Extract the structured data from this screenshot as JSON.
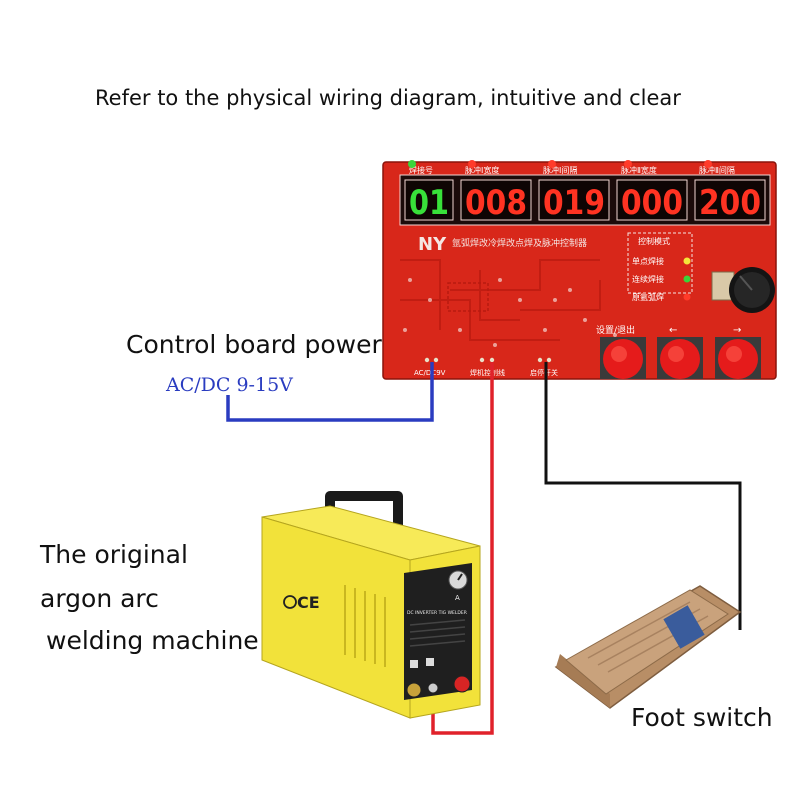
{
  "headline": "Refer to the physical wiring diagram, intuitive and clear",
  "labels": {
    "control_board_power": "Control board power",
    "power_spec": "AC/DC 9-15V",
    "welder_line1": "The original",
    "welder_line2": "argon arc",
    "welder_line3": "welding machine",
    "foot_switch": "Foot switch"
  },
  "board": {
    "display_groups": [
      {
        "label": "焊接号",
        "digits": "01",
        "color": "#38e03a"
      },
      {
        "label": "脉冲Ⅰ宽度",
        "digits": "008",
        "color": "#ff3322"
      },
      {
        "label": "脉冲Ⅰ间隔",
        "digits": "019",
        "color": "#ff3322"
      },
      {
        "label": "脉冲Ⅱ宽度",
        "digits": "000",
        "color": "#ff3322"
      },
      {
        "label": "脉冲Ⅱ间隔",
        "digits": "200",
        "color": "#ff3322"
      }
    ],
    "brand": "NY",
    "board_title": "氩弧焊改冷焊改点焊及脉冲控制器",
    "mode_title": "控制模式",
    "modes": [
      "单点焊接",
      "连续焊接",
      "原氩弧焊"
    ],
    "buttons": [
      "设置/退出",
      "←",
      "→"
    ],
    "terminals": [
      "AC/DC9V",
      "焊机控制线",
      "启停开关"
    ]
  },
  "welder": {
    "panel_label": "DC INVERTER TIG WELDER",
    "ce_mark": "CE",
    "dial_unit": "A"
  },
  "colors": {
    "board_red": "#d8271a",
    "wire_blue": "#2a3cc0",
    "wire_red": "#e0222b",
    "wire_black": "#111111",
    "welder_yellow": "#f2e23a",
    "pedal_tan": "#c9a27c"
  }
}
